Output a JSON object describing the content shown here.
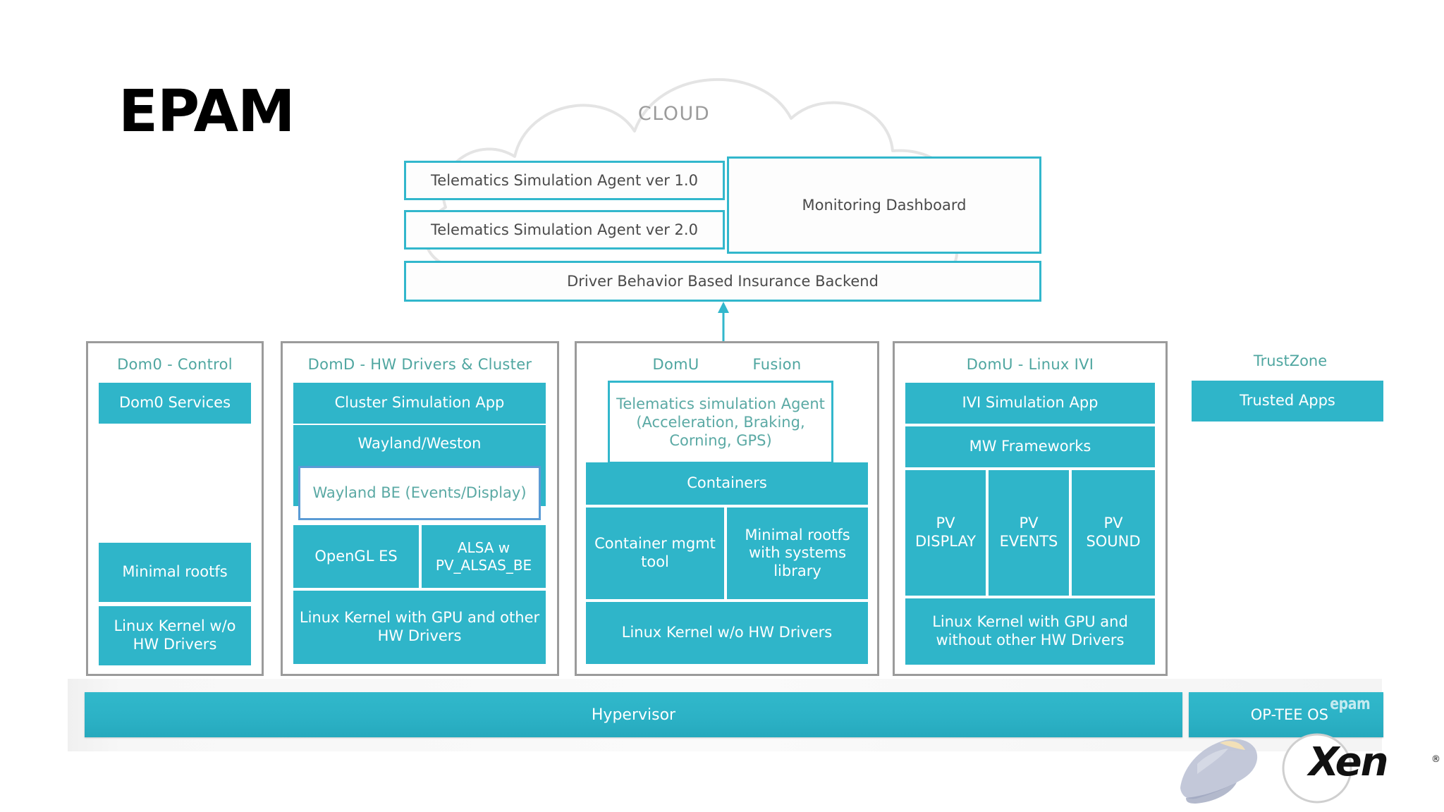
{
  "brand": {
    "company_logo": "EPAM",
    "xen_logo": "Xen",
    "xen_registered_mark": "®",
    "epam_watermark": "epam"
  },
  "cloud": {
    "label": "CLOUD",
    "boxes": [
      {
        "id": "telematics-agent-v1",
        "label": "Telematics Simulation Agent ver 1.0"
      },
      {
        "id": "telematics-agent-v2",
        "label": "Telematics Simulation Agent ver 2.0"
      },
      {
        "id": "monitoring-dashboard",
        "label": "Monitoring Dashboard"
      },
      {
        "id": "insurance-backend",
        "label": "Driver Behavior Based Insurance Backend"
      }
    ]
  },
  "connector": {
    "name": "cloud-to-domu-double-arrow",
    "color": "#32b7cc",
    "style": "double-headed vertical arrow"
  },
  "domains": [
    {
      "id": "dom0",
      "title": "Dom0 - Control",
      "blocks": [
        {
          "id": "dom0-services",
          "label": "Dom0 Services",
          "style": "filled"
        },
        {
          "id": "dom0-minimal-rootfs",
          "label": "Minimal rootfs",
          "style": "filled"
        },
        {
          "id": "dom0-linux-kernel",
          "label": "Linux Kernel w/o HW Drivers",
          "style": "filled"
        }
      ]
    },
    {
      "id": "domd",
      "title": "DomD - HW Drivers & Cluster",
      "blocks": [
        {
          "id": "domd-cluster-sim",
          "label": "Cluster Simulation App",
          "style": "filled"
        },
        {
          "id": "domd-wayland-weston",
          "label": "Wayland/Weston",
          "style": "filled"
        },
        {
          "id": "wayland-be",
          "label": "Wayland BE (Events/Display)",
          "style": "outlined-blue"
        },
        {
          "id": "domd-opengl",
          "label": "OpenGL ES",
          "style": "filled"
        },
        {
          "id": "domd-alsa",
          "label": "ALSA w PV_ALSAS_BE",
          "style": "filled"
        },
        {
          "id": "domd-linux-kernel",
          "label": "Linux Kernel with GPU and other HW Drivers",
          "style": "filled"
        }
      ]
    },
    {
      "id": "domu-fusion",
      "title_left": "DomU",
      "title_right": "Fusion",
      "blocks": [
        {
          "id": "fusion-telematics",
          "label": "Telematics simulation Agent (Acceleration, Braking, Corning, GPS)",
          "style": "outlined-teal"
        },
        {
          "id": "fusion-containers",
          "label": "Containers",
          "style": "filled"
        },
        {
          "id": "fusion-container-mgmt",
          "label": "Container mgmt tool",
          "style": "filled"
        },
        {
          "id": "fusion-minimal-rootfs",
          "label": "Minimal rootfs with systems library",
          "style": "filled"
        },
        {
          "id": "fusion-linux-kernel",
          "label": "Linux Kernel w/o HW Drivers",
          "style": "filled"
        }
      ]
    },
    {
      "id": "domu-ivi",
      "title": "DomU - Linux IVI",
      "blocks": [
        {
          "id": "ivi-sim-app",
          "label": "IVI Simulation App",
          "style": "filled"
        },
        {
          "id": "ivi-mw-frameworks",
          "label": "MW Frameworks",
          "style": "filled"
        },
        {
          "id": "ivi-pv-display",
          "label": "PV DISPLAY",
          "style": "filled"
        },
        {
          "id": "ivi-pv-events",
          "label": "PV EVENTS",
          "style": "filled"
        },
        {
          "id": "ivi-pv-sound",
          "label": "PV SOUND",
          "style": "filled"
        },
        {
          "id": "ivi-linux-kernel",
          "label": "Linux Kernel with GPU and without other HW Drivers",
          "style": "filled"
        }
      ]
    }
  ],
  "trustzone": {
    "title": "TrustZone",
    "blocks": [
      {
        "id": "trusted-apps",
        "label": "Trusted Apps",
        "style": "filled"
      }
    ]
  },
  "platform": {
    "hypervisor_label": "Hypervisor",
    "op_tee_label": "OP-TEE OS"
  },
  "colors": {
    "teal_fill": "#2fb5c9",
    "teal_border": "#32b7cc",
    "title_teal": "#4fa6a0",
    "blue_border": "#5b9bd5",
    "frame_grey": "#9b9b9b",
    "cloud_grey": "#e2e2e2",
    "cloud_text": "#9b9b9b",
    "body_text": "#4a4a4a"
  }
}
